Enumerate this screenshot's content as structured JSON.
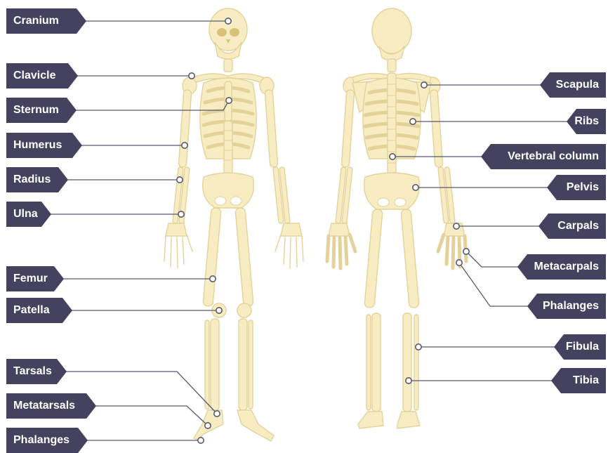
{
  "front_labels": {
    "cranium": "Cranium",
    "clavicle": "Clavicle",
    "sternum": "Sternum",
    "humerus": "Humerus",
    "radius": "Radius",
    "ulna": "Ulna",
    "femur": "Femur",
    "patella": "Patella",
    "tarsals": "Tarsals",
    "metatarsals": "Metatarsals",
    "phalanges": "Phalanges"
  },
  "back_labels": {
    "scapula": "Scapula",
    "ribs": "Ribs",
    "vertebral_column": "Vertebral column",
    "pelvis": "Pelvis",
    "carpals": "Carpals",
    "metacarpals": "Metacarpals",
    "phalanges": "Phalanges",
    "fibula": "Fibula",
    "tibia": "Tibia"
  },
  "colors": {
    "label_bg": "#44425e",
    "label_text": "#ffffff",
    "bone": "#f7ecc2",
    "bone_outline": "#e3d39a",
    "leader": "#5a5870"
  }
}
